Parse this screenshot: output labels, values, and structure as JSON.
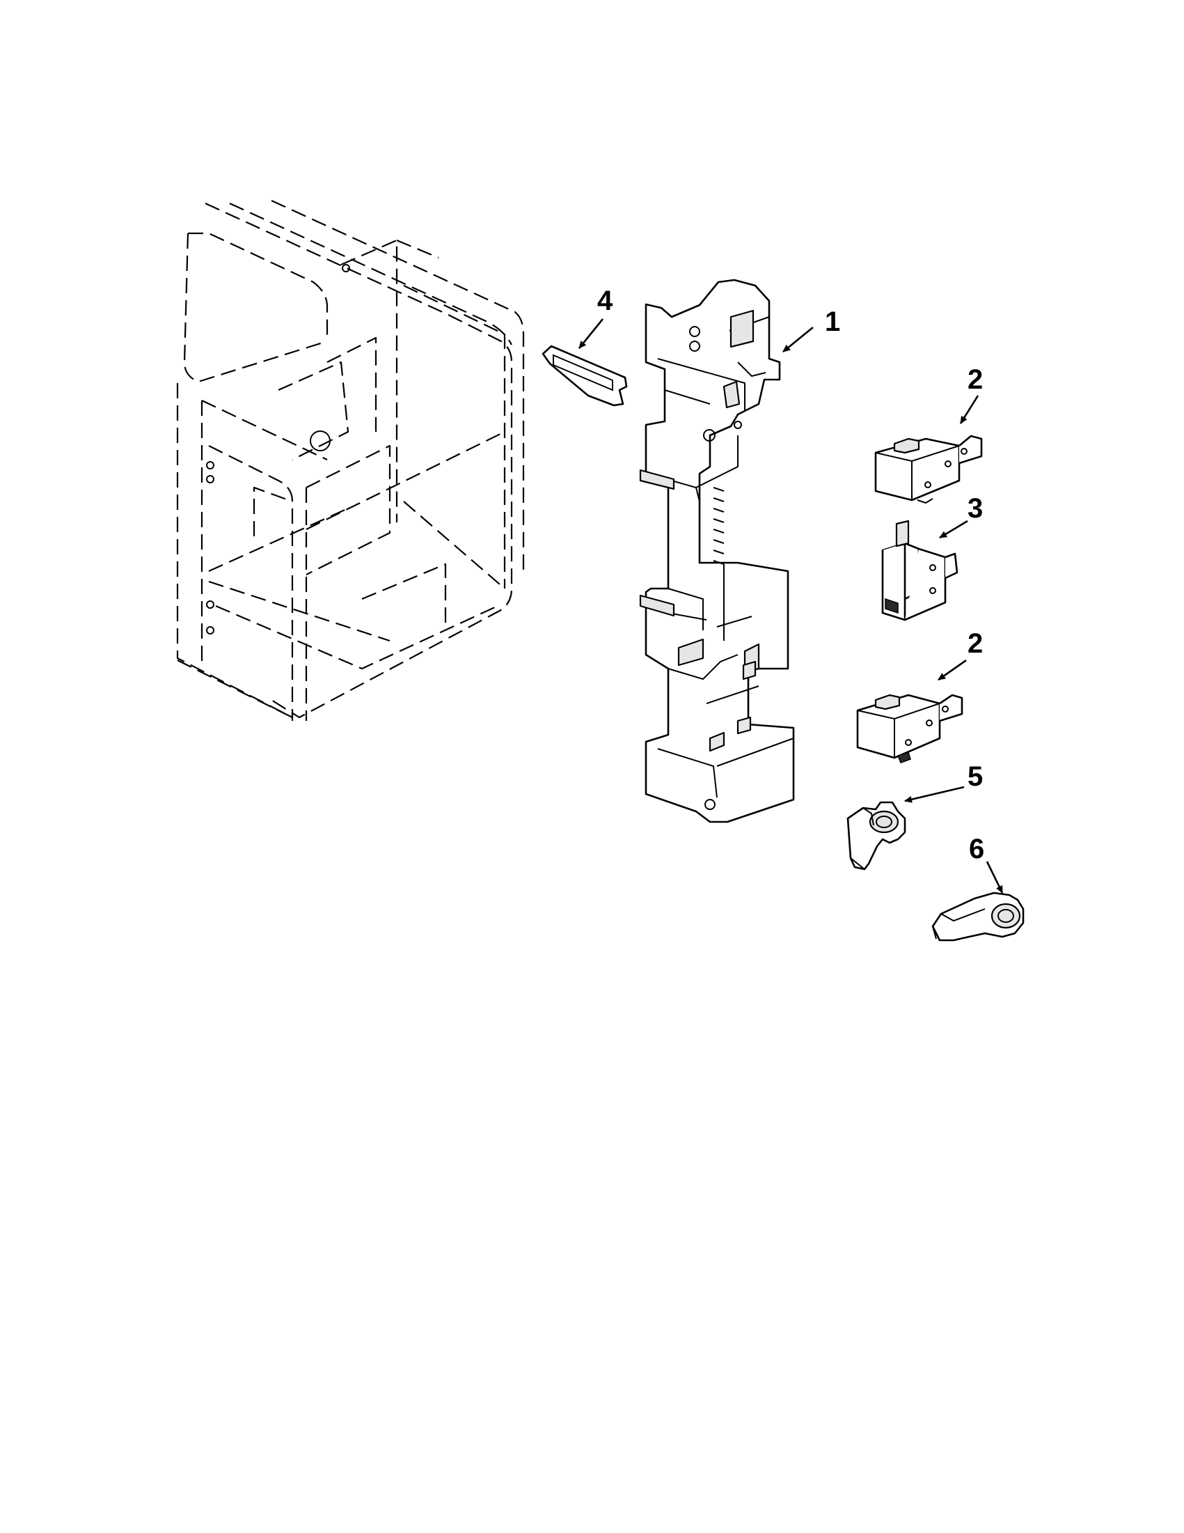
{
  "diagram": {
    "callouts": [
      {
        "id": "1",
        "label": "1"
      },
      {
        "id": "2a",
        "label": "2"
      },
      {
        "id": "3",
        "label": "3"
      },
      {
        "id": "2b",
        "label": "2"
      },
      {
        "id": "4",
        "label": "4"
      },
      {
        "id": "5",
        "label": "5"
      },
      {
        "id": "6",
        "label": "6"
      }
    ]
  }
}
